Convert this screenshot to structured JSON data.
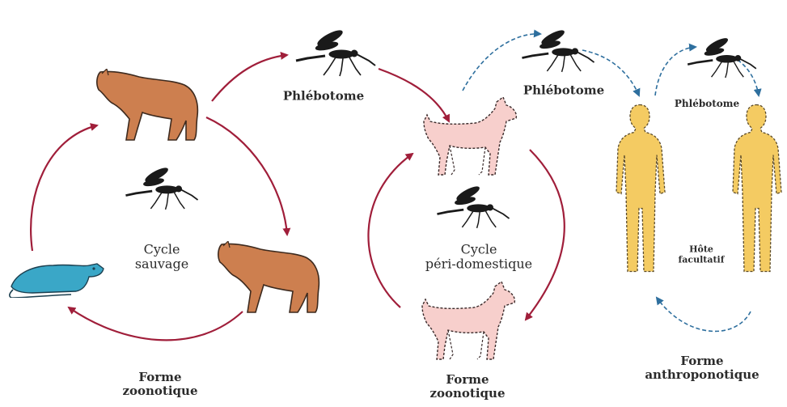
{
  "colors": {
    "sylvatic_arrow": "#a01e3a",
    "human_arrow": "#2e6f9e",
    "wild_animal": "#cd7f4f",
    "rodent": "#3aa7c7",
    "dog": "#f7cfcc",
    "human": "#f4cb62",
    "sandfly": "#1a1a1a"
  },
  "icons": [
    "sandfly-icon",
    "wild-animal-icon",
    "rodent-icon",
    "dog-icon",
    "human-icon"
  ],
  "labels": {
    "phlebotome_1": "Phlébotome",
    "phlebotome_2": "Phlébotome",
    "phlebotome_3": "Phlébotome",
    "cycle_sauvage": [
      "Cycle",
      "sauvage"
    ],
    "cycle_peri": [
      "Cycle",
      "péri-domestique"
    ],
    "hote": [
      "Hôte",
      "facultatif"
    ],
    "forme_zoonotique_1": [
      "Forme",
      "zoonotique"
    ],
    "forme_zoonotique_2": [
      "Forme",
      "zoonotique"
    ],
    "forme_anthroponotique": [
      "Forme",
      "anthroponotique"
    ]
  }
}
